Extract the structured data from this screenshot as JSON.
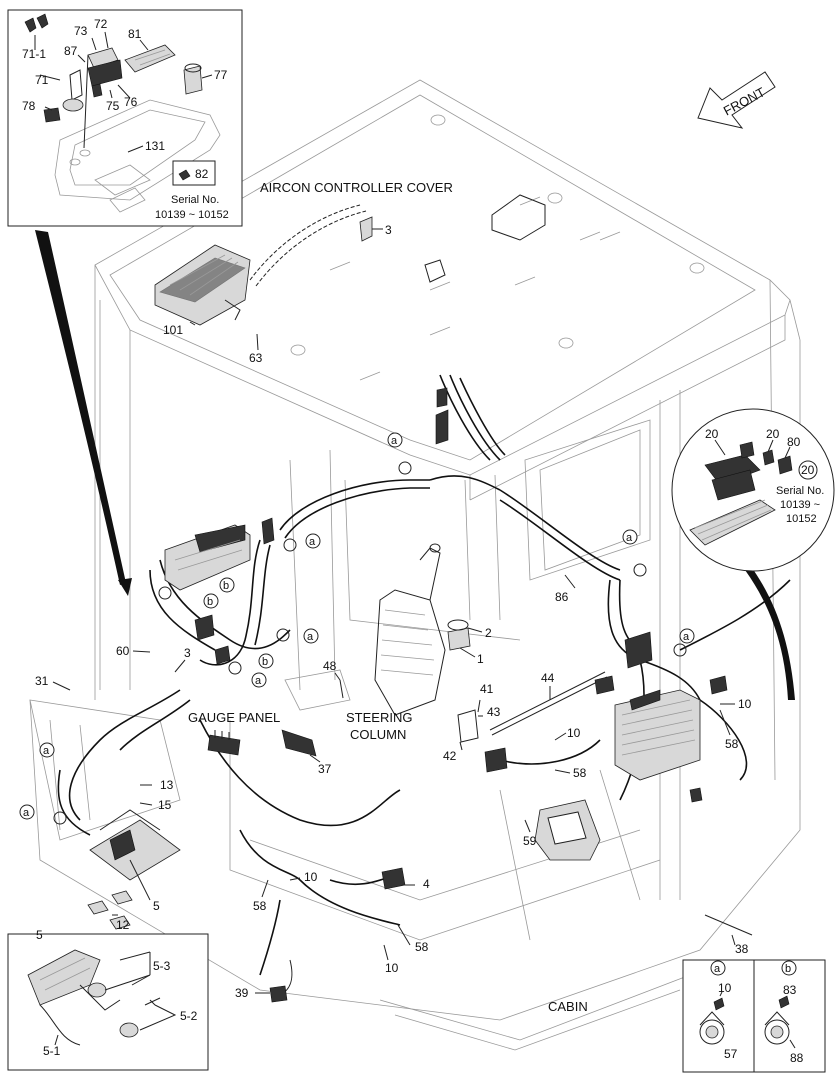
{
  "captions": {
    "aircon": "AIRCON CONTROLLER COVER",
    "front": "FRONT",
    "gauge_panel": "GAUGE PANEL",
    "steering_1": "STEERING",
    "steering_2": "COLUMN",
    "cabin": "CABIN"
  },
  "serial": {
    "top_line1": "Serial No.",
    "top_line2": "10139 ~ 10152",
    "right_line1": "Serial No.",
    "right_line2": "10139 ~",
    "right_line3": "10152"
  },
  "inset_top_labels": [
    "71-1",
    "71",
    "73",
    "72",
    "87",
    "81",
    "78",
    "75",
    "76",
    "77",
    "131",
    "82"
  ],
  "inset_right_labels": [
    "20",
    "20",
    "80",
    "20"
  ],
  "inset_pedal": {
    "title": "5",
    "labels": [
      "5-3",
      "5-2",
      "5-1"
    ]
  },
  "legend": {
    "a_letter": "a",
    "b_letter": "b",
    "a_labels": [
      "10",
      "57"
    ],
    "b_labels": [
      "83",
      "88"
    ]
  },
  "callouts": {
    "c3_top": "3",
    "c101": "101",
    "c63": "63",
    "c2": "2",
    "c1": "1",
    "c86": "86",
    "c60": "60",
    "c3_mid": "3",
    "c48": "48",
    "c31": "31",
    "c41": "41",
    "c44": "44",
    "c43": "43",
    "c42": "42",
    "c10_r": "10",
    "c58_r": "58",
    "c10_m": "10",
    "c58_m": "58",
    "c37": "37",
    "c59": "59",
    "c13": "13",
    "c15": "15",
    "c5": "5",
    "c12": "12",
    "c10_b": "10",
    "c58_b": "58",
    "c4": "4",
    "c58_c": "58",
    "c10_c": "10",
    "c38": "38",
    "c39": "39"
  },
  "markers": {
    "a1": "a",
    "a2": "a",
    "a3": "a",
    "a4": "a",
    "a5": "a",
    "a6": "a",
    "a7": "a",
    "a8": "a",
    "b1": "b",
    "b2": "b",
    "b3": "b"
  }
}
